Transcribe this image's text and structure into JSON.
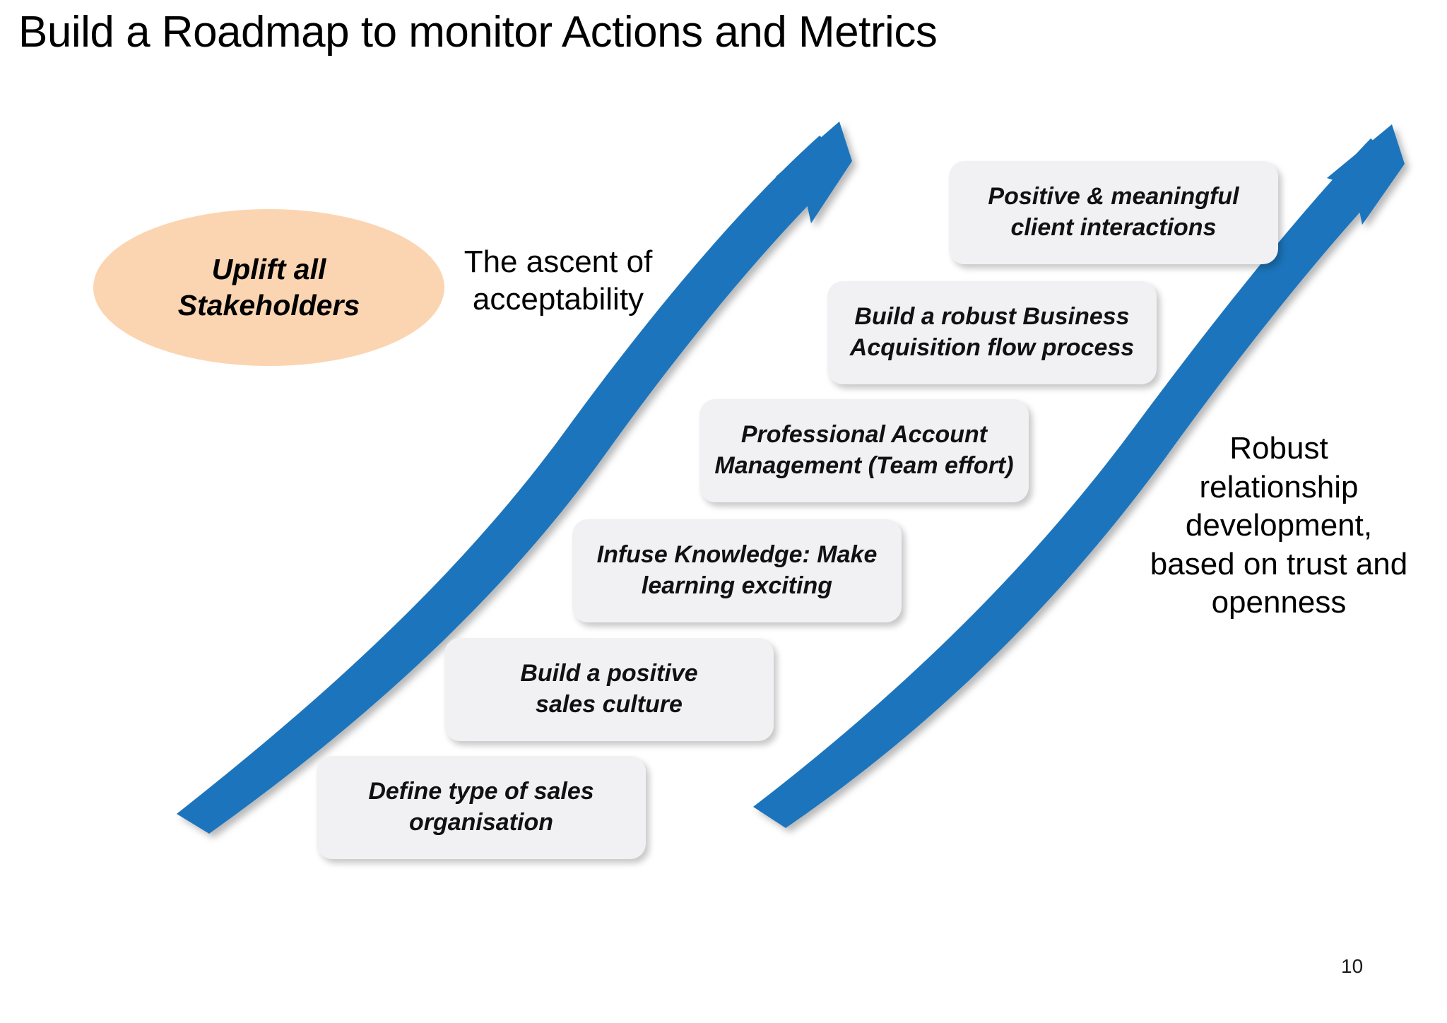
{
  "slide": {
    "title": "Build a Roadmap to monitor Actions and Metrics",
    "page_number": "10",
    "background_color": "#ffffff"
  },
  "ellipse": {
    "line1": "Uplift all",
    "line2": "Stakeholders",
    "fill_color": "#fbd5b2"
  },
  "labels": {
    "ascent": {
      "line1": "The ascent of",
      "line2": "acceptability"
    },
    "robust": {
      "line1": "Robust",
      "line2": "relationship",
      "line3": "development,",
      "line4": "based on trust and",
      "line5": "openness"
    }
  },
  "arrows": {
    "color": "#1c75bc",
    "left_arrow_name": "ascent-arrow-left",
    "right_arrow_name": "ascent-arrow-right"
  },
  "steps": [
    {
      "id": "define",
      "line1": "Define type of sales",
      "line2": "organisation"
    },
    {
      "id": "culture",
      "line1": "Build a positive",
      "line2": "sales culture"
    },
    {
      "id": "infuse",
      "line1": "Infuse Knowledge: Make",
      "line2": "learning exciting"
    },
    {
      "id": "account",
      "line1": "Professional Account",
      "line2": "Management (Team effort)"
    },
    {
      "id": "acquisition",
      "line1": "Build a robust Business",
      "line2": "Acquisition flow process"
    },
    {
      "id": "client",
      "line1": "Positive & meaningful",
      "line2": "client interactions"
    }
  ]
}
